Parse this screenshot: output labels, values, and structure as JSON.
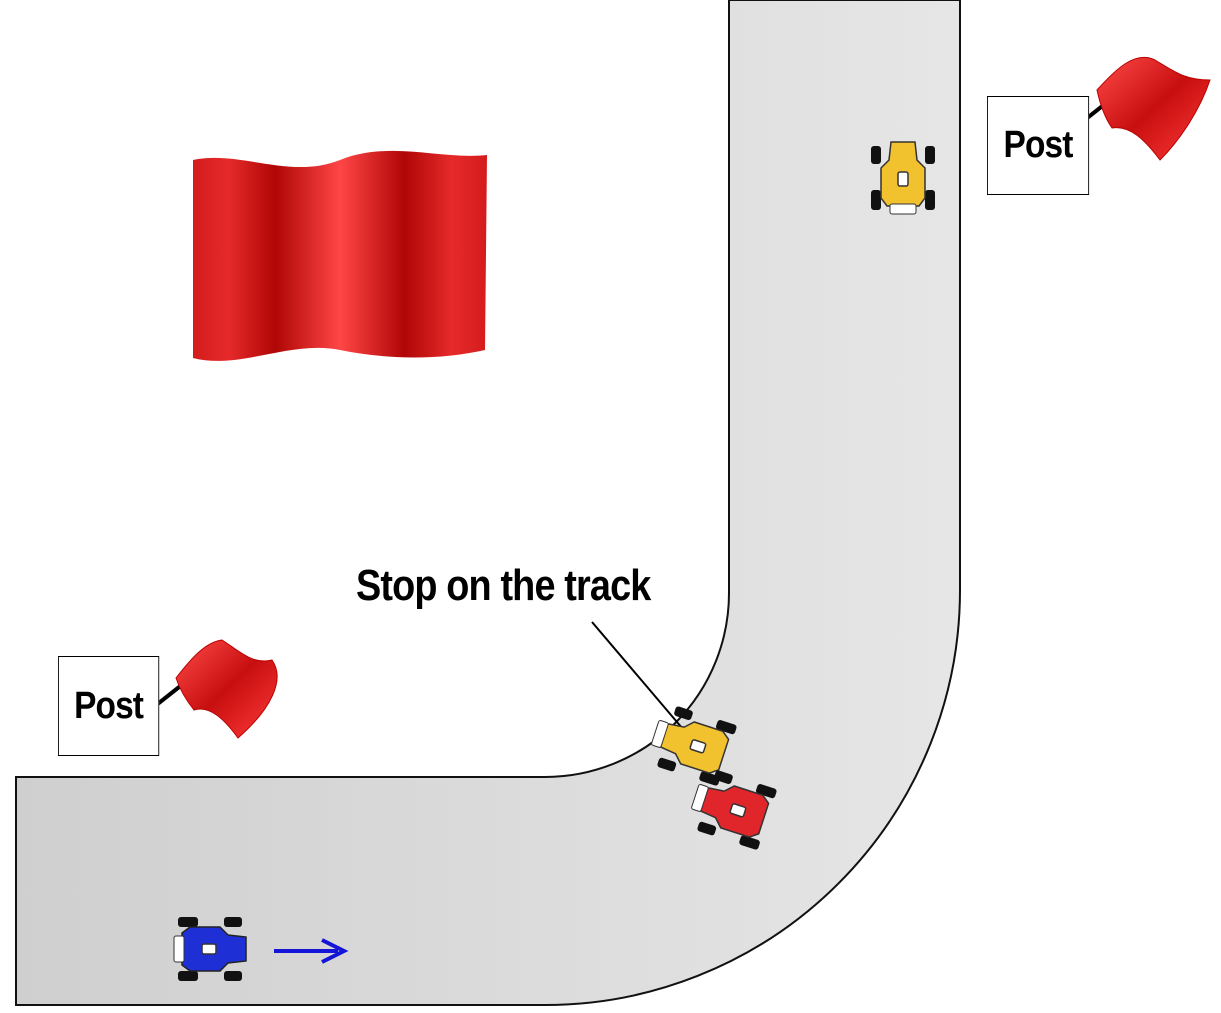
{
  "callout": {
    "label": "Stop on the track"
  },
  "posts": [
    {
      "label": "Post"
    },
    {
      "label": "Post"
    }
  ],
  "colors": {
    "track": "#dcdcdc",
    "flag_red": "#e01b1b",
    "car_yellow": "#f2c12e",
    "car_red": "#e0262a",
    "car_blue": "#1f2fd6",
    "arrow_blue": "#1515d8"
  },
  "icons": {
    "big_flag": "red-flag-icon",
    "post_flag": "red-flag-icon",
    "car": "race-car-icon",
    "arrow": "right-arrow-icon"
  }
}
